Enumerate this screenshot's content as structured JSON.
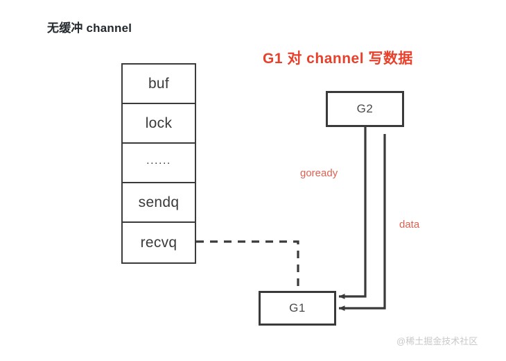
{
  "page": {
    "title": "无缓冲 channel",
    "section_heading": "G1 对 channel 写数据",
    "watermark": "@稀土掘金技术社区",
    "colors": {
      "heading_red": "#e8412b",
      "label_red": "#dd6152",
      "stroke_dark": "#3a3a3a",
      "text_dark": "#24292e",
      "watermark_gray": "#c9c9c9",
      "background": "#ffffff"
    }
  },
  "channel_struct": {
    "name": "channel-struct",
    "rows": [
      {
        "label": "buf"
      },
      {
        "label": "lock"
      },
      {
        "label": "......"
      },
      {
        "label": "sendq"
      },
      {
        "label": "recvq"
      }
    ]
  },
  "goroutines": [
    {
      "id": "g2",
      "label": "G2"
    },
    {
      "id": "g1",
      "label": "G1"
    }
  ],
  "edges": [
    {
      "id": "goready",
      "label": "goready",
      "from": "G2",
      "to": "G1",
      "style": "solid-arrow"
    },
    {
      "id": "data",
      "label": "data",
      "from": "G2",
      "to": "G1",
      "style": "solid-arrow"
    },
    {
      "id": "recvq-link",
      "label": "",
      "from": "recvq",
      "to": "G1",
      "style": "dashed"
    }
  ]
}
